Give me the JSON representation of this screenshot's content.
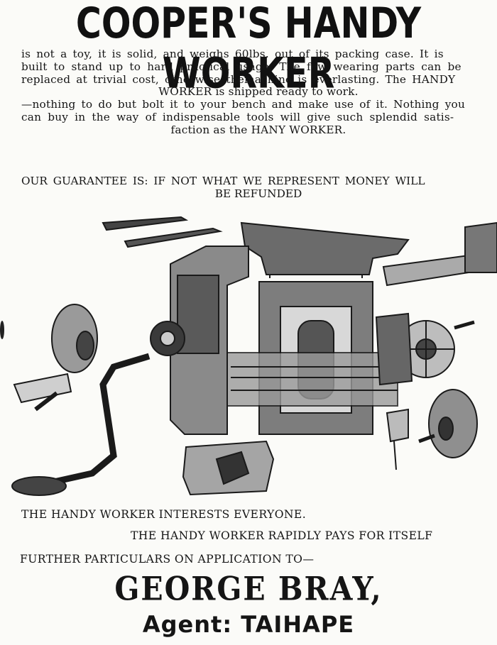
{
  "headline": "COOPER'S HANDY WORKER",
  "body_lines": [
    "is not a toy, it is solid, and weighs 60lbs. out of its packing case. It is",
    "built to stand up to hard practical usage. The few wearing parts can be",
    "replaced at trivial cost, otherwise themachine is everlasting. The HANDY",
    "WORKER is shipped ready to work.",
    "—nothing to do but bolt it to your bench and make use of it. Nothing you",
    "can buy in the way of indispensable tools will give such splendid satis-",
    "faction as the HANY WORKER."
  ],
  "guarantee_lines": [
    "OUR GUARANTEE IS: IF NOT WHAT WE REPRESENT MONEY WILL",
    "BE REFUNDED"
  ],
  "interests_line": "THE HANDY WORKER INTERESTS EVERYONE.",
  "pays_line": "THE HANDY WORKER RAPIDLY PAYS FOR ITSELF",
  "particulars_line": "FURTHER PARTICULARS ON APPLICATION TO—",
  "agent_name": "GEORGE BRAY,",
  "agent_location": "Agent: TAIHAPE",
  "colors": {
    "ink": "#151515",
    "paper": "#fbfbf8"
  }
}
